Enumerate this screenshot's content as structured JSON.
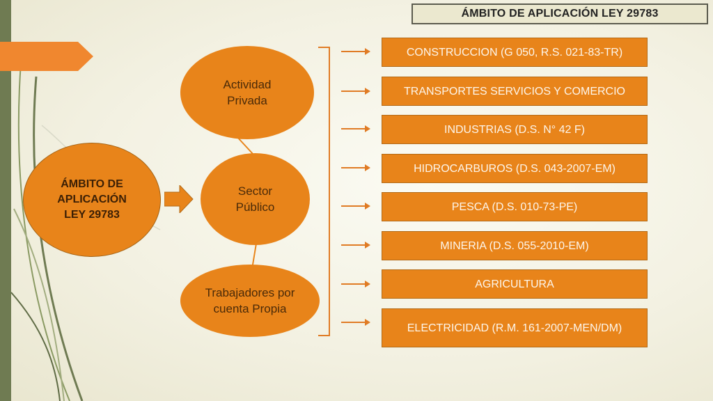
{
  "title": "ÁMBITO DE APLICACIÓN LEY 29783",
  "main_node": "ÁMBITO DE APLICACIÓN LEY 29783",
  "groups": [
    "Actividad Privada",
    "Sector Público",
    "Trabajadores por cuenta Propia"
  ],
  "sectors": [
    "CONSTRUCCION (G 050, R.S. 021-83-TR)",
    "TRANSPORTES SERVICIOS Y COMERCIO",
    "INDUSTRIAS (D.S. N° 42 F)",
    "HIDROCARBUROS (D.S. 043-2007-EM)",
    "PESCA (D.S. 010-73-PE)",
    "MINERIA (D.S. 055-2010-EM)",
    "AGRICULTURA",
    "ELECTRICIDAD (R.M. 161-2007-MEN/DM)"
  ],
  "colors": {
    "node_fill": "#e8841a",
    "arrow": "#e07b24",
    "side_bar": "#6f7b52",
    "pointer": "#f0872f"
  }
}
